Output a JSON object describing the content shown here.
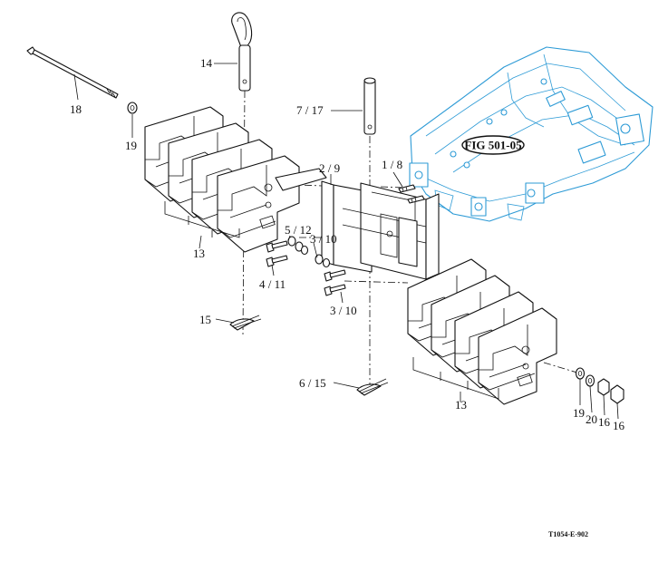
{
  "callouts": {
    "c14": "14",
    "c18": "18",
    "c19_left": "19",
    "c7_17": "7 / 17",
    "c2_9": "2 / 9",
    "c1_8": "1 / 8",
    "c5_12": "5 / 12",
    "c3_10_upper": "3 / 10",
    "c4_11": "4 / 11",
    "c3_10_lower": "3 / 10",
    "c13_left": "13",
    "c13_right": "13",
    "c15": "15",
    "c6_15": "6 / 15",
    "c19_right": "19",
    "c20": "20",
    "c16_a": "16",
    "c16_b": "16"
  },
  "reference": {
    "label": "FIG 501-05"
  },
  "drawing_code": "T1054-E-902",
  "colors": {
    "line": "#111111",
    "frame": "#2e9bd6",
    "background": "#ffffff"
  }
}
